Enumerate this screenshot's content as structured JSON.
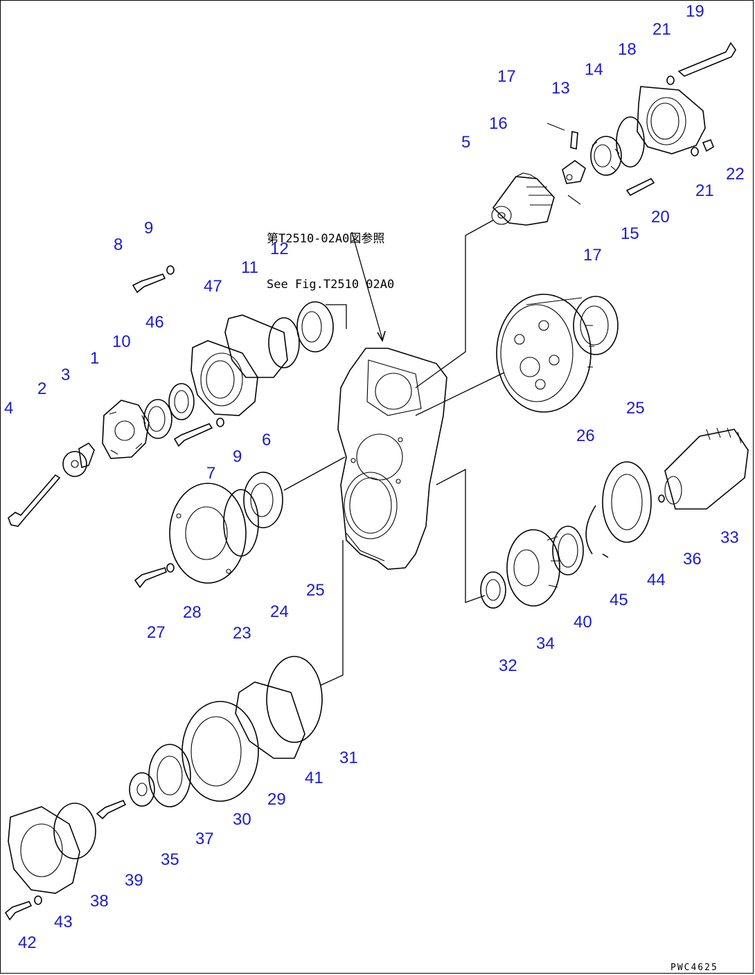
{
  "reference_note": {
    "line1": "第T2510-02A0図参照",
    "line2": "See Fig.T2510 02A0"
  },
  "drawing_id": "PWC4625",
  "callouts": [
    {
      "id": "19",
      "label": "19"
    },
    {
      "id": "21a",
      "label": "21"
    },
    {
      "id": "18",
      "label": "18"
    },
    {
      "id": "17a",
      "label": "17"
    },
    {
      "id": "14",
      "label": "14"
    },
    {
      "id": "13",
      "label": "13"
    },
    {
      "id": "16",
      "label": "16"
    },
    {
      "id": "5",
      "label": "5"
    },
    {
      "id": "22",
      "label": "22"
    },
    {
      "id": "21b",
      "label": "21"
    },
    {
      "id": "20",
      "label": "20"
    },
    {
      "id": "15",
      "label": "15"
    },
    {
      "id": "17b",
      "label": "17"
    },
    {
      "id": "8",
      "label": "8"
    },
    {
      "id": "9a",
      "label": "9"
    },
    {
      "id": "12",
      "label": "12"
    },
    {
      "id": "11",
      "label": "11"
    },
    {
      "id": "47",
      "label": "47"
    },
    {
      "id": "46",
      "label": "46"
    },
    {
      "id": "10",
      "label": "10"
    },
    {
      "id": "1",
      "label": "1"
    },
    {
      "id": "3",
      "label": "3"
    },
    {
      "id": "2",
      "label": "2"
    },
    {
      "id": "4",
      "label": "4"
    },
    {
      "id": "6",
      "label": "6"
    },
    {
      "id": "9b",
      "label": "9"
    },
    {
      "id": "7",
      "label": "7"
    },
    {
      "id": "26",
      "label": "26"
    },
    {
      "id": "25a",
      "label": "25"
    },
    {
      "id": "33",
      "label": "33"
    },
    {
      "id": "36",
      "label": "36"
    },
    {
      "id": "44",
      "label": "44"
    },
    {
      "id": "45",
      "label": "45"
    },
    {
      "id": "40",
      "label": "40"
    },
    {
      "id": "34",
      "label": "34"
    },
    {
      "id": "32",
      "label": "32"
    },
    {
      "id": "25b",
      "label": "25"
    },
    {
      "id": "24",
      "label": "24"
    },
    {
      "id": "23",
      "label": "23"
    },
    {
      "id": "28",
      "label": "28"
    },
    {
      "id": "27",
      "label": "27"
    },
    {
      "id": "31",
      "label": "31"
    },
    {
      "id": "41",
      "label": "41"
    },
    {
      "id": "29",
      "label": "29"
    },
    {
      "id": "30",
      "label": "30"
    },
    {
      "id": "37",
      "label": "37"
    },
    {
      "id": "35",
      "label": "35"
    },
    {
      "id": "39",
      "label": "39"
    },
    {
      "id": "38",
      "label": "38"
    },
    {
      "id": "43",
      "label": "43"
    },
    {
      "id": "42",
      "label": "42"
    }
  ]
}
